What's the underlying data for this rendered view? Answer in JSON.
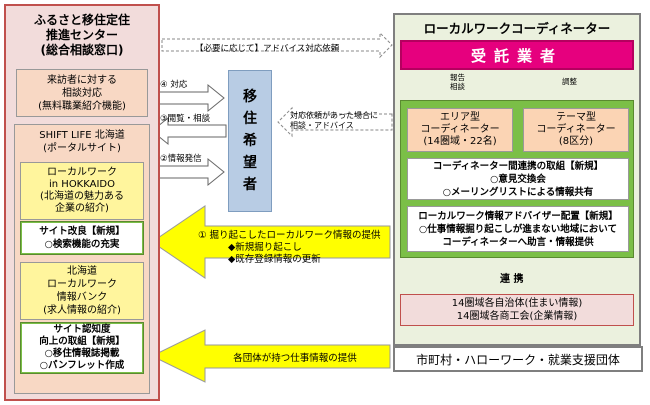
{
  "left": {
    "title": [
      "ふるさと移住定住",
      "推進センター",
      "(総合相談窓口)"
    ],
    "visitor": [
      "来訪者に対する",
      "相談対応",
      "(無料職業紹介機能)"
    ],
    "shift_life": [
      "SHIFT LIFE 北海道",
      "(ポータルサイト)"
    ],
    "local_work": [
      "ローカルワーク",
      "in HOKKAIDO",
      "(北海道の魅力ある",
      "企業の紹介)"
    ],
    "site_improve": [
      "サイト改良【新規】",
      "○検索機能の充実"
    ],
    "job_bank": [
      "北海道",
      "ローカルワーク",
      "情報バンク",
      "(求人情報の紹介)"
    ],
    "site_recognition": [
      "サイト認知度",
      "向上の取組【新規】",
      "○移住情報誌掲載",
      "○パンフレット作成"
    ]
  },
  "migrant": "移住希望者",
  "arrows": {
    "advice_request": "【必要に応じて】アドバイス対応依頼",
    "consult_advice": [
      "対応依頼があった場合に",
      "相談・アドバイス"
    ],
    "a4": "④ 対応",
    "a3": "③閲覧・相談",
    "a2": "②情報発信",
    "a1_title": "① 掘り起こしたローカルワーク情報の提供",
    "a1_items": [
      "◆新規掘り起こし",
      "◆既存登録情報の更新"
    ],
    "bottom": "各団体が持つ仕事情報の提供",
    "report": [
      "報告",
      "相談"
    ],
    "adjust": "調整",
    "cooperation": "連 携"
  },
  "right": {
    "title": "ローカルワークコーディネーター",
    "contractor": "受託業者",
    "area": [
      "エリア型",
      "コーディネーター",
      "(14圏域・22名)"
    ],
    "theme": [
      "テーマ型",
      "コーディネーター",
      "(8区分)"
    ],
    "collab": [
      "コーディネーター間連携の取組【新規】",
      "○意見交換会",
      "○メーリングリストによる情報共有"
    ],
    "advisor": [
      "ローカルワーク情報アドバイザー配置【新規】",
      "○仕事情報掘り起こしが進まない地域において",
      "コーディネーターへ助言・情報提供"
    ],
    "tier14": [
      "14圏域各自治体(住まい情報)",
      "14圏域各商工会(企業情報)"
    ],
    "city": "市町村・ハローワーク・就業支援団体"
  },
  "colors": {
    "pink_border": "#c0504d",
    "magenta": "#e6007e",
    "green": "#7bbf47",
    "yellow_arrow": "#ffff00",
    "blue_box": "#b8cce4"
  }
}
